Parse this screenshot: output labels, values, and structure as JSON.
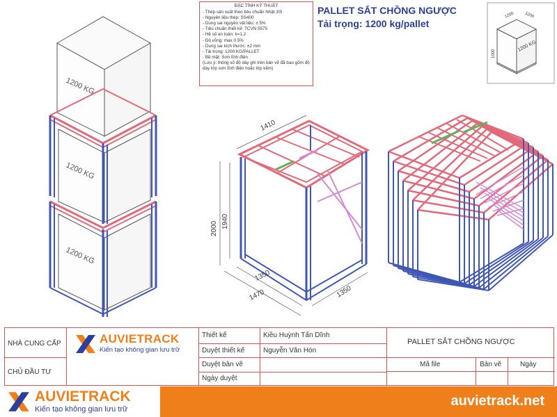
{
  "title": {
    "main": "PALLET SẮT CHỒNG NGƯỢC",
    "load": "Tải trọng: 1200 kg/pallet"
  },
  "specs": {
    "header": "ĐẶC TÍNH KỸ THUẬT",
    "lines": [
      "- Thép sản xuất theo tiêu chuẩn Nhật JIS",
      "- Nguyên liệu thép: SS400",
      "- Dung sai nguyên vật liệu: ± 5%",
      "- Tiêu chuẩn thiết kế: TCVN 5575",
      "- Hệ số an toàn: k=1.2",
      "- Độ võng: max 0.5%",
      "- Dung sai kích thước: ±2 mm",
      "- Tải trọng: 1200 KG/PALLET",
      "- Bề mặt: Sơn tĩnh điện"
    ],
    "note": "(Lưu ý: thông số độ dày ghi trên bản vẽ đã bao gồm độ dày lớp sơn tĩnh điện hoặc lớp kẽm)"
  },
  "box_labels": {
    "stack_top": "1200 KG",
    "stack_middle": "1200 KG",
    "stack_bottom": "1200 KG",
    "thumbnail": "1200 KG"
  },
  "thumbnail_dims": {
    "width": "1200",
    "depth": "1200",
    "height": "1000"
  },
  "dimensions": {
    "top_width": "1410",
    "height_outer": "2000",
    "height_inner": "1940",
    "base_inner": "1350",
    "base_outer": "1470",
    "base_depth": "1350"
  },
  "title_block": {
    "supplier_label": "NHÀ CUNG CẤP",
    "owner_label": "CHỦ ĐẦU TƯ",
    "design_label": "Thiết kế",
    "design_name": "Kiều Huỳnh Tấn Dĩnh",
    "approve_design_label": "Duyệt thiết kế",
    "approve_design_name": "Nguyễn Văn Hón",
    "approve_drawing_label": "Duyệt bản vẽ",
    "approve_date_label": "Ngày duyệt",
    "project_name": "PALLET SẮT CHỒNG NGƯỢC",
    "file_code_label": "Mã file",
    "sheet_label": "Bản vẽ",
    "date_label": "Ngày"
  },
  "brand": {
    "name": "AUVIETRACK",
    "slogan": "Kiến tạo không gian lưu trữ",
    "url": "auvietrack.net",
    "colors": {
      "orange": "#ef7f1a",
      "blue": "#2e3f9a",
      "red_line": "#d9534f"
    }
  }
}
